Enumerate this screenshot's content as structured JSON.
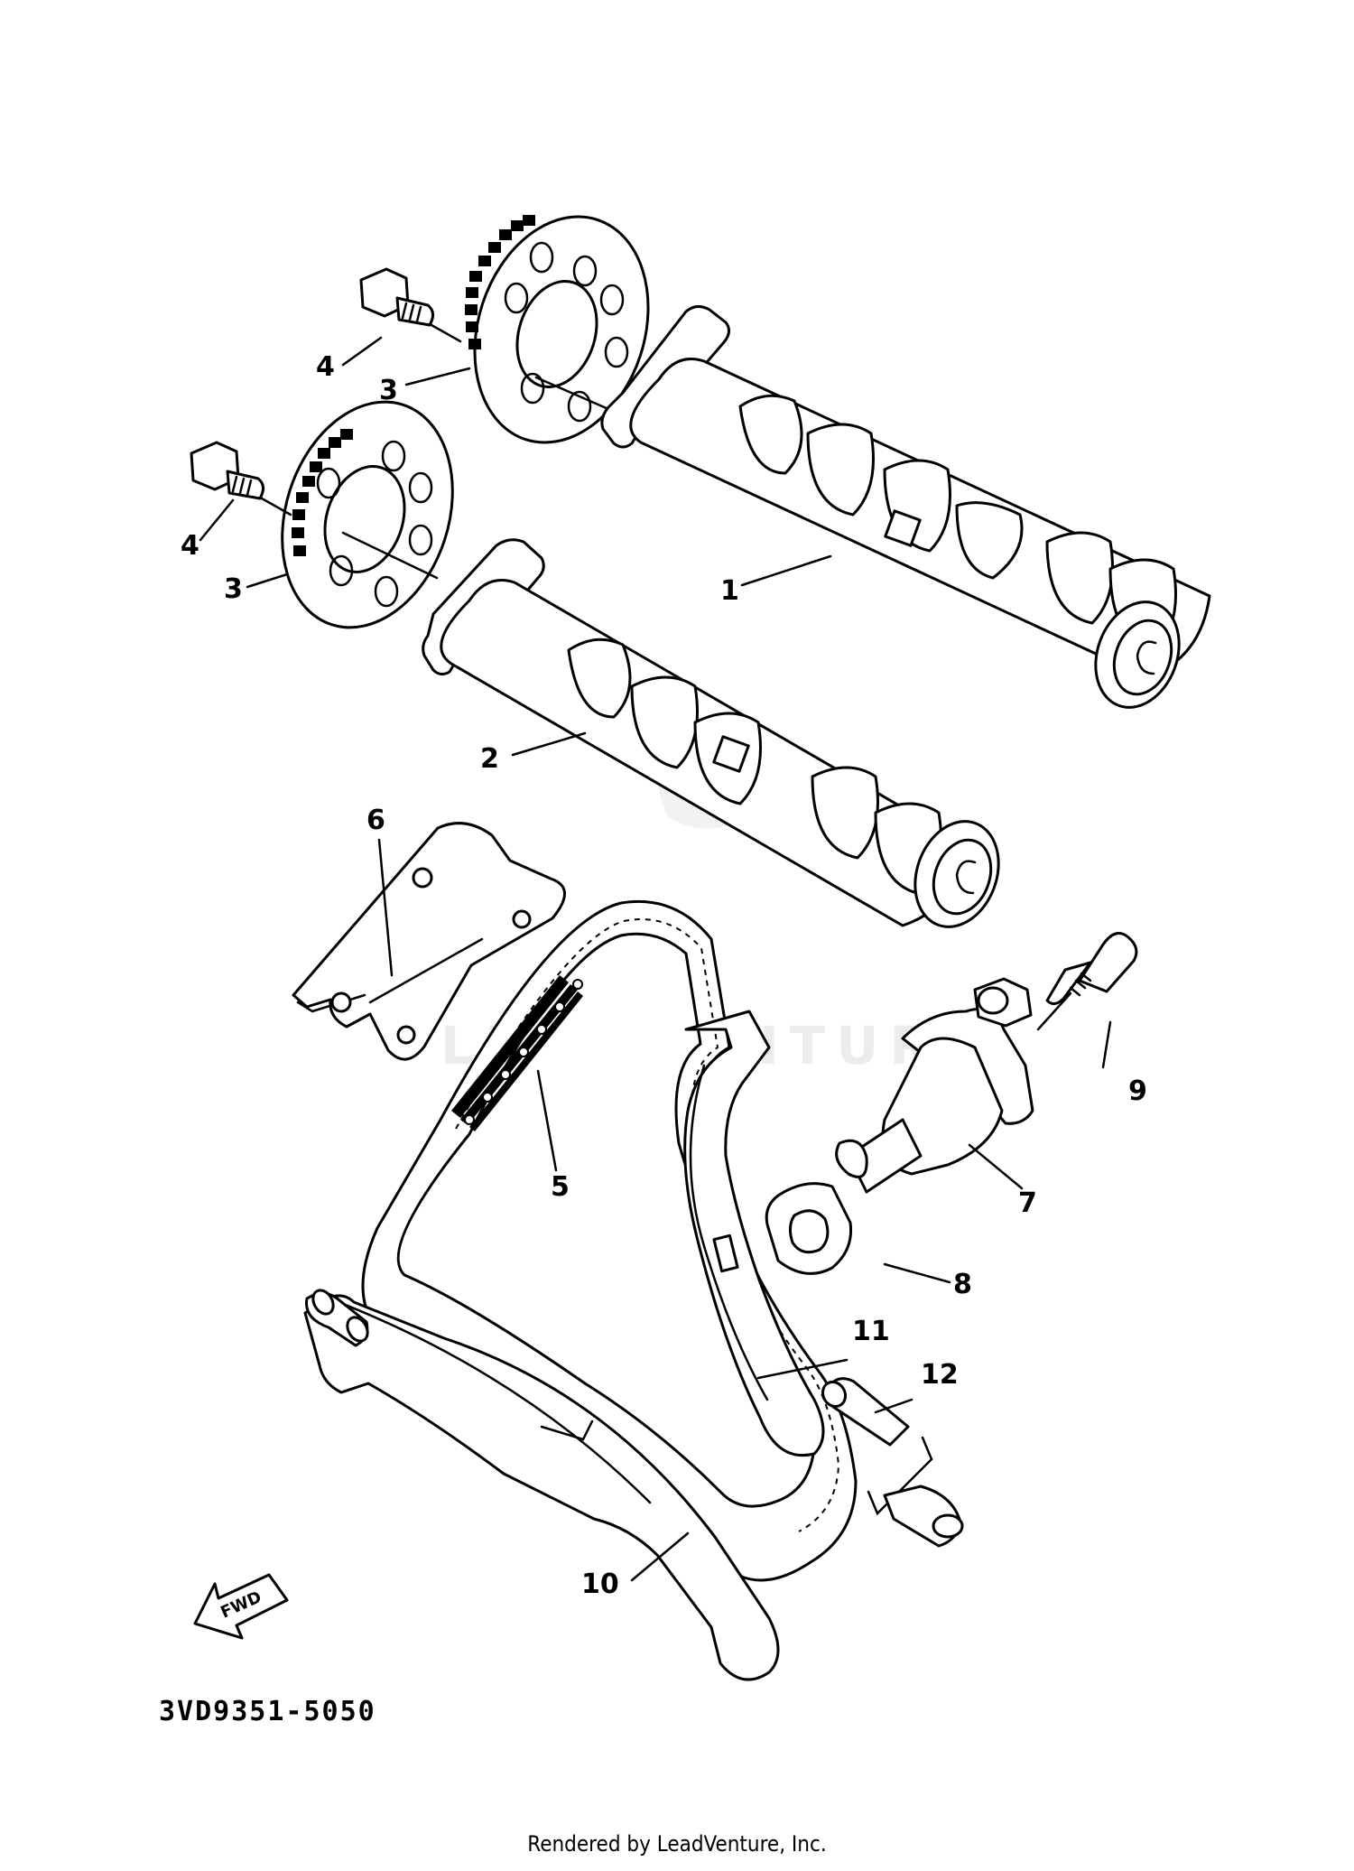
{
  "diagram": {
    "watermark": "LEADVENTURE",
    "callouts": {
      "c1": "1",
      "c2": "2",
      "c3a": "3",
      "c3b": "3",
      "c4a": "4",
      "c4b": "4",
      "c5": "5",
      "c6": "6",
      "c7": "7",
      "c8": "8",
      "c9": "9",
      "c10": "10",
      "c11": "11",
      "c12": "12"
    },
    "fwd_label": "FWD",
    "code": "3VD9351-5050",
    "footer": "Rendered by LeadVenture, Inc."
  }
}
